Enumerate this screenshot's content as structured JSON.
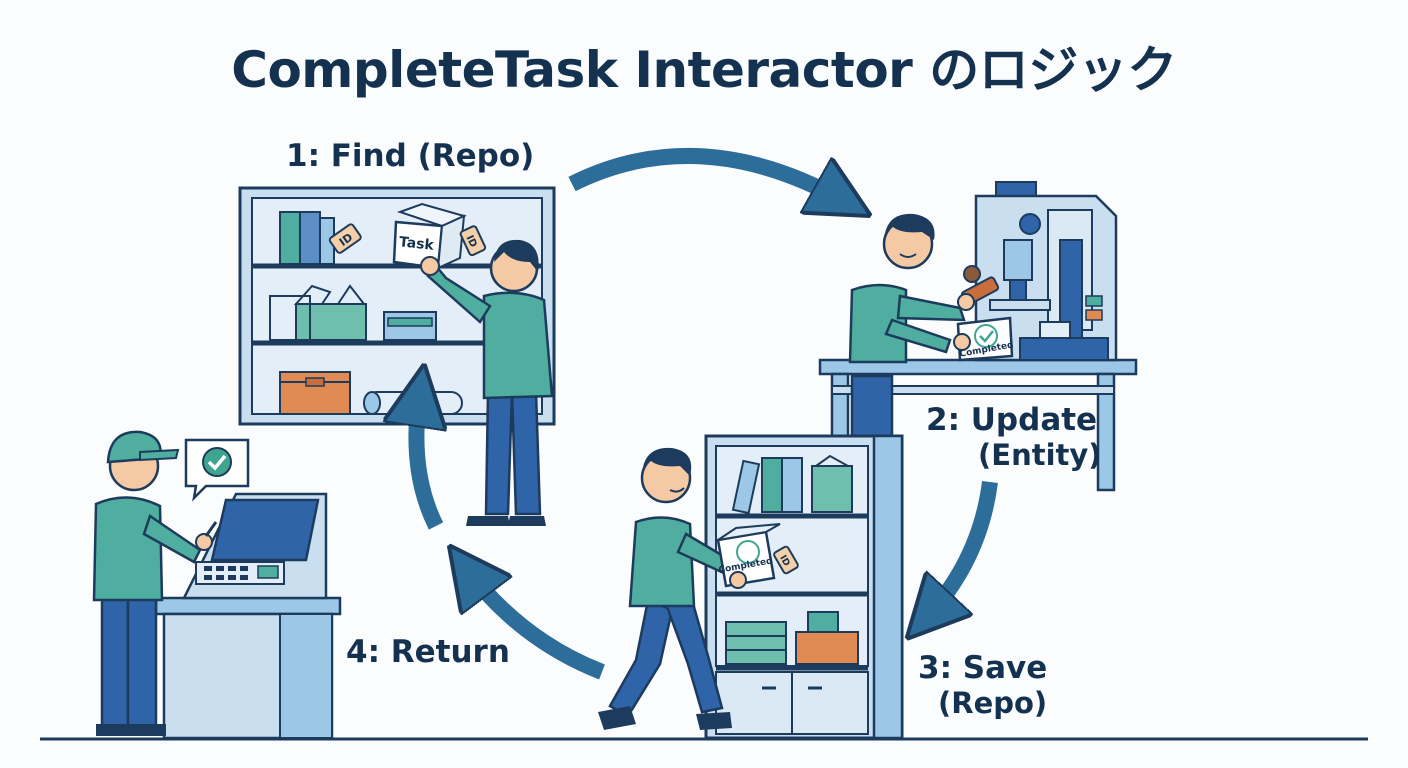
{
  "title": "CompleteTask Interactor のロジック",
  "steps": [
    {
      "label": "1: Find (Repo)",
      "sub": ""
    },
    {
      "label": "2: Update",
      "sub": "(Entity)"
    },
    {
      "label": "3: Save",
      "sub": "(Repo)"
    },
    {
      "label": "4: Return",
      "sub": ""
    }
  ],
  "tags": {
    "task_box": "Task",
    "id_tag": "ID",
    "completed_stamp": "Completed"
  },
  "icons": [
    "check-icon",
    "speech-bubble-icon",
    "microscope-machine-icon",
    "kiosk-terminal-icon"
  ],
  "colors": {
    "title": "#14324f",
    "arrow": "#2d6d99",
    "outline": "#1d3b5c",
    "shirt": "#4fae9f",
    "pants": "#2f64a8",
    "shelf": "#c9dff0",
    "box_orange": "#e08a54",
    "check": "#3fa58f"
  }
}
